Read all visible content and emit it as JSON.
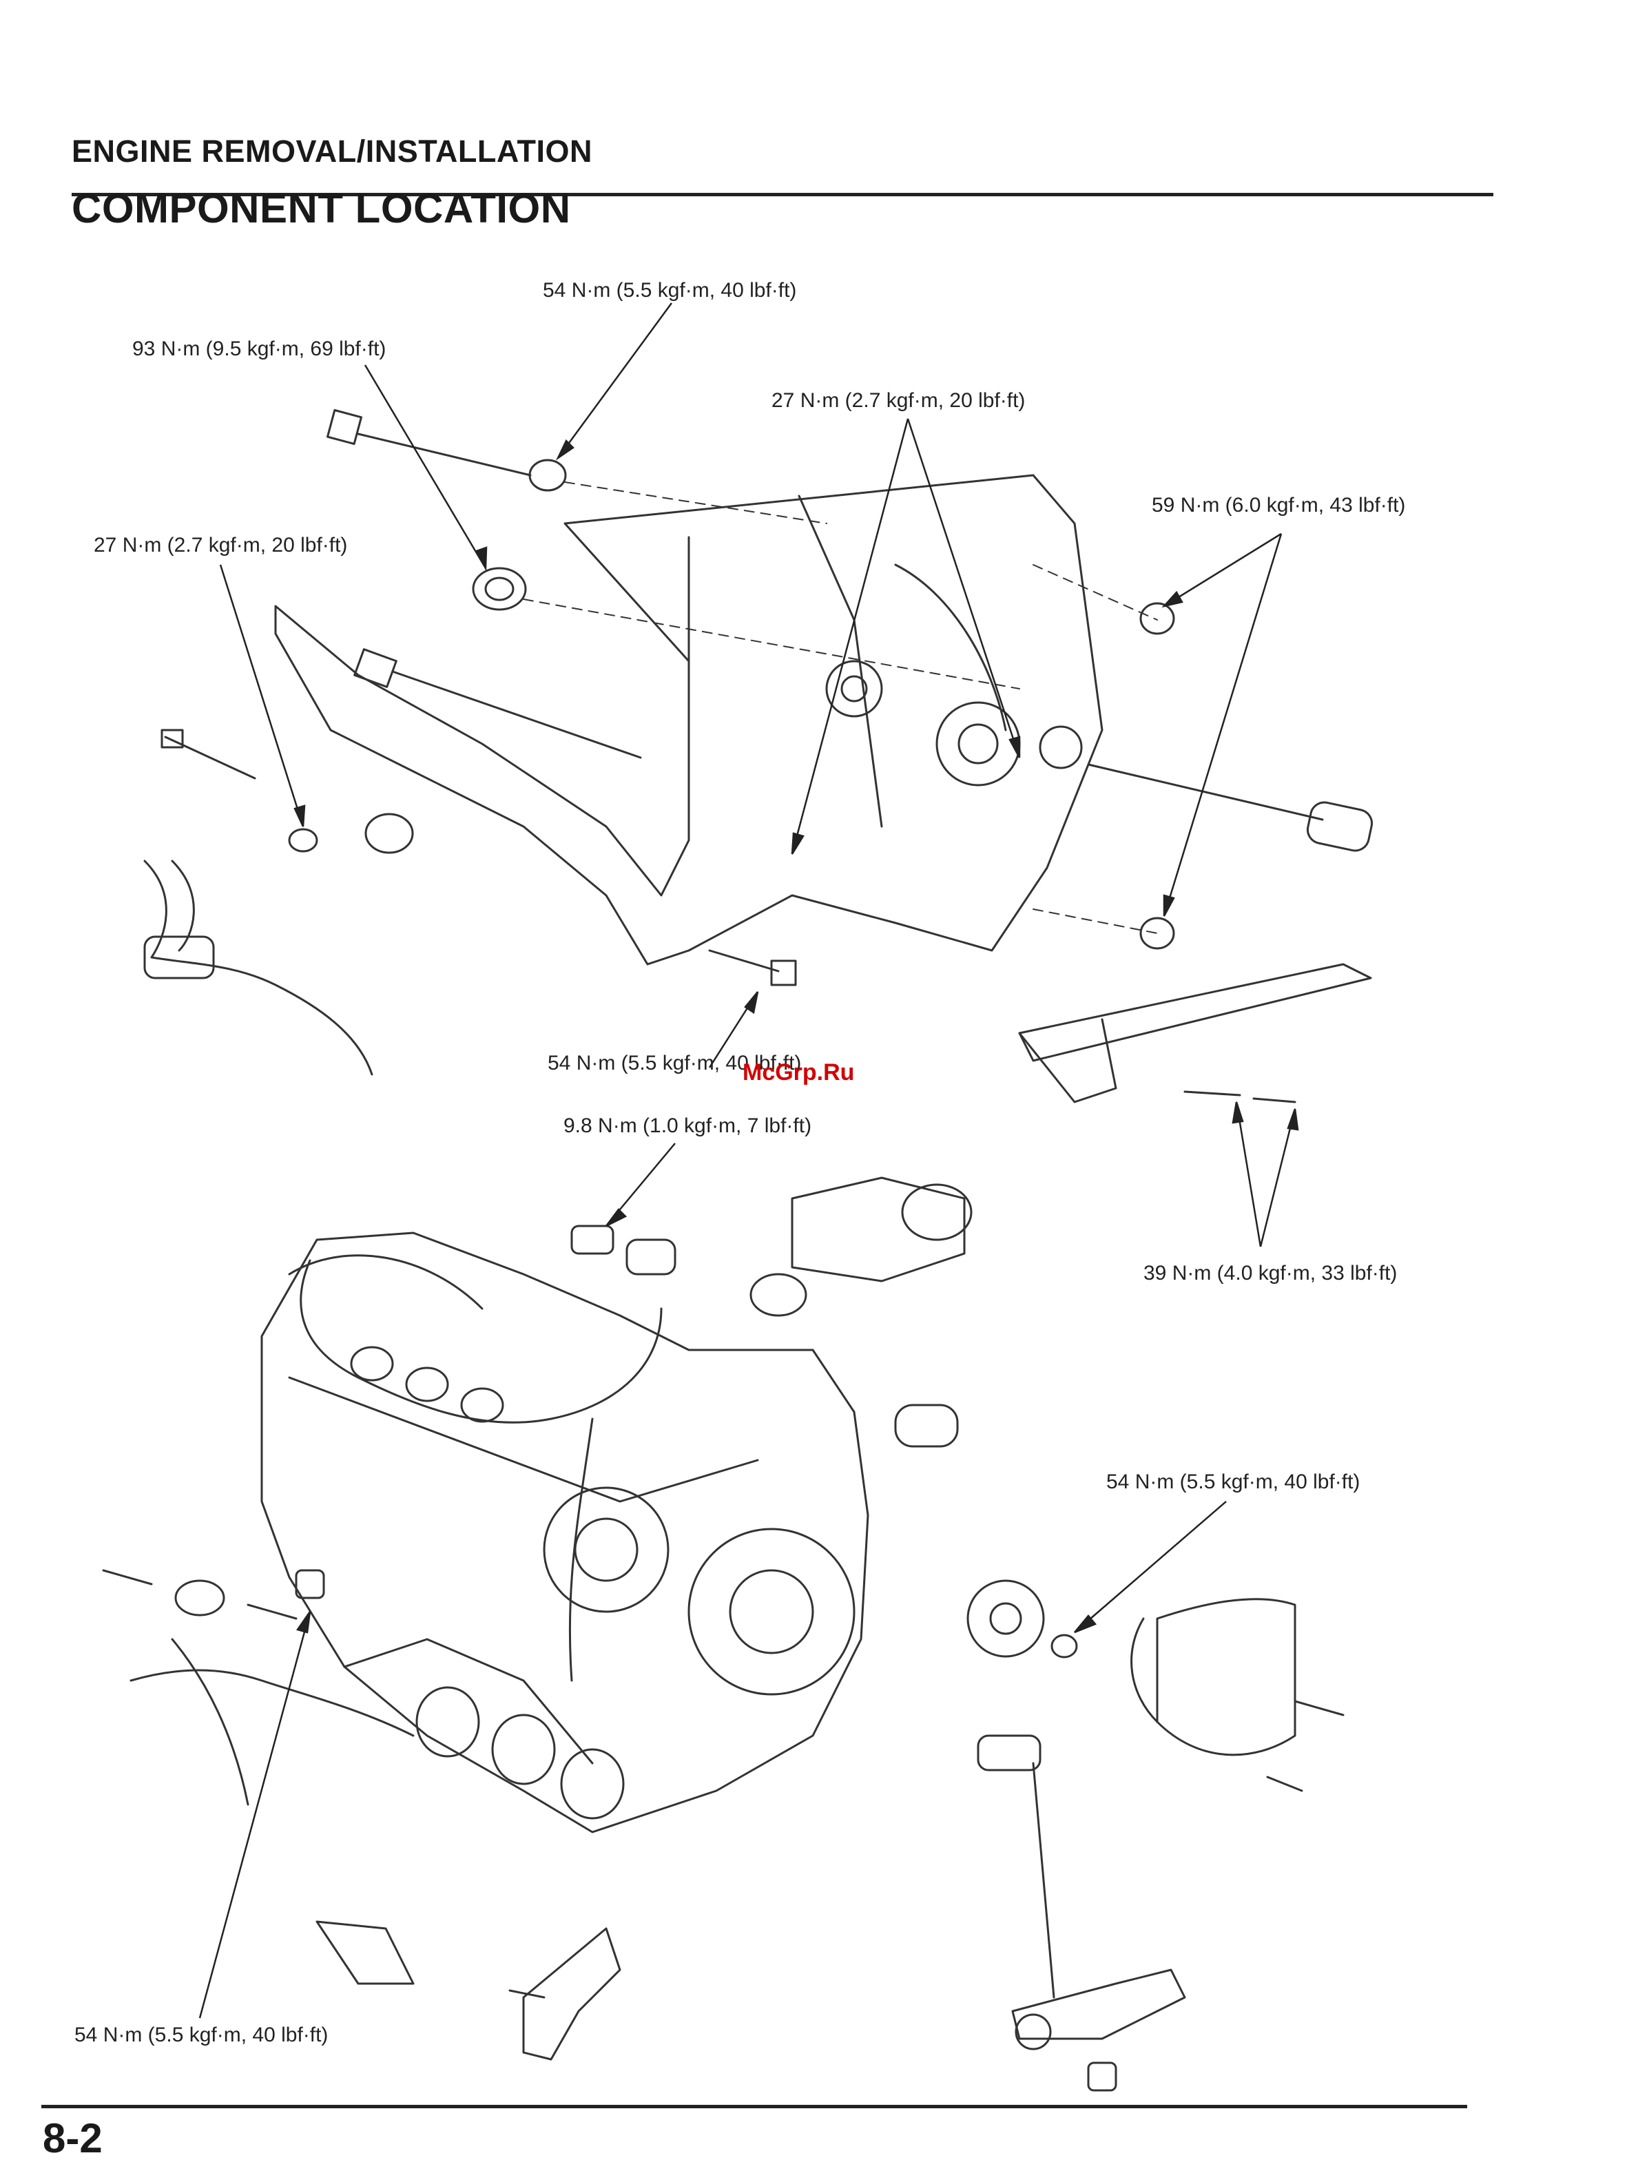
{
  "header": {
    "section_title": "ENGINE REMOVAL/INSTALLATION",
    "page_title": "COMPONENT LOCATION"
  },
  "torque_labels": [
    "54 N·m (5.5 kgf·m, 40 lbf·ft)",
    "93 N·m (9.5 kgf·m, 69 lbf·ft)",
    "27 N·m (2.7 kgf·m, 20 lbf·ft)",
    "59 N·m (6.0 kgf·m, 43 lbf·ft)",
    "27 N·m (2.7 kgf·m, 20 lbf·ft)",
    "54 N·m (5.5 kgf·m, 40 lbf·ft)",
    "9.8 N·m (1.0 kgf·m, 7 lbf·ft)",
    "39 N·m (4.0 kgf·m, 33 lbf·ft)",
    "54 N·m (5.5 kgf·m, 40 lbf·ft)",
    "54 N·m (5.5 kgf·m, 40 lbf·ft)"
  ],
  "watermark": "McGrp.Ru",
  "footer": {
    "page_number": "8-2"
  }
}
